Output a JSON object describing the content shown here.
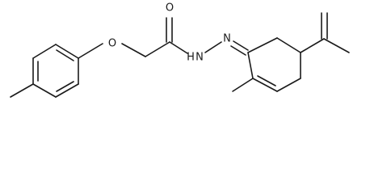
{
  "molecule": {
    "atoms": {
      "oxygen_ether": "O",
      "oxygen_carbonyl": "O",
      "nitrogen_hydrazide": "N",
      "nitrogen_hydrazide_hydrogen": "H",
      "nitrogen_imine": "N"
    },
    "colors": {
      "bond": "#1a1a1a",
      "background": "#ffffff"
    }
  }
}
